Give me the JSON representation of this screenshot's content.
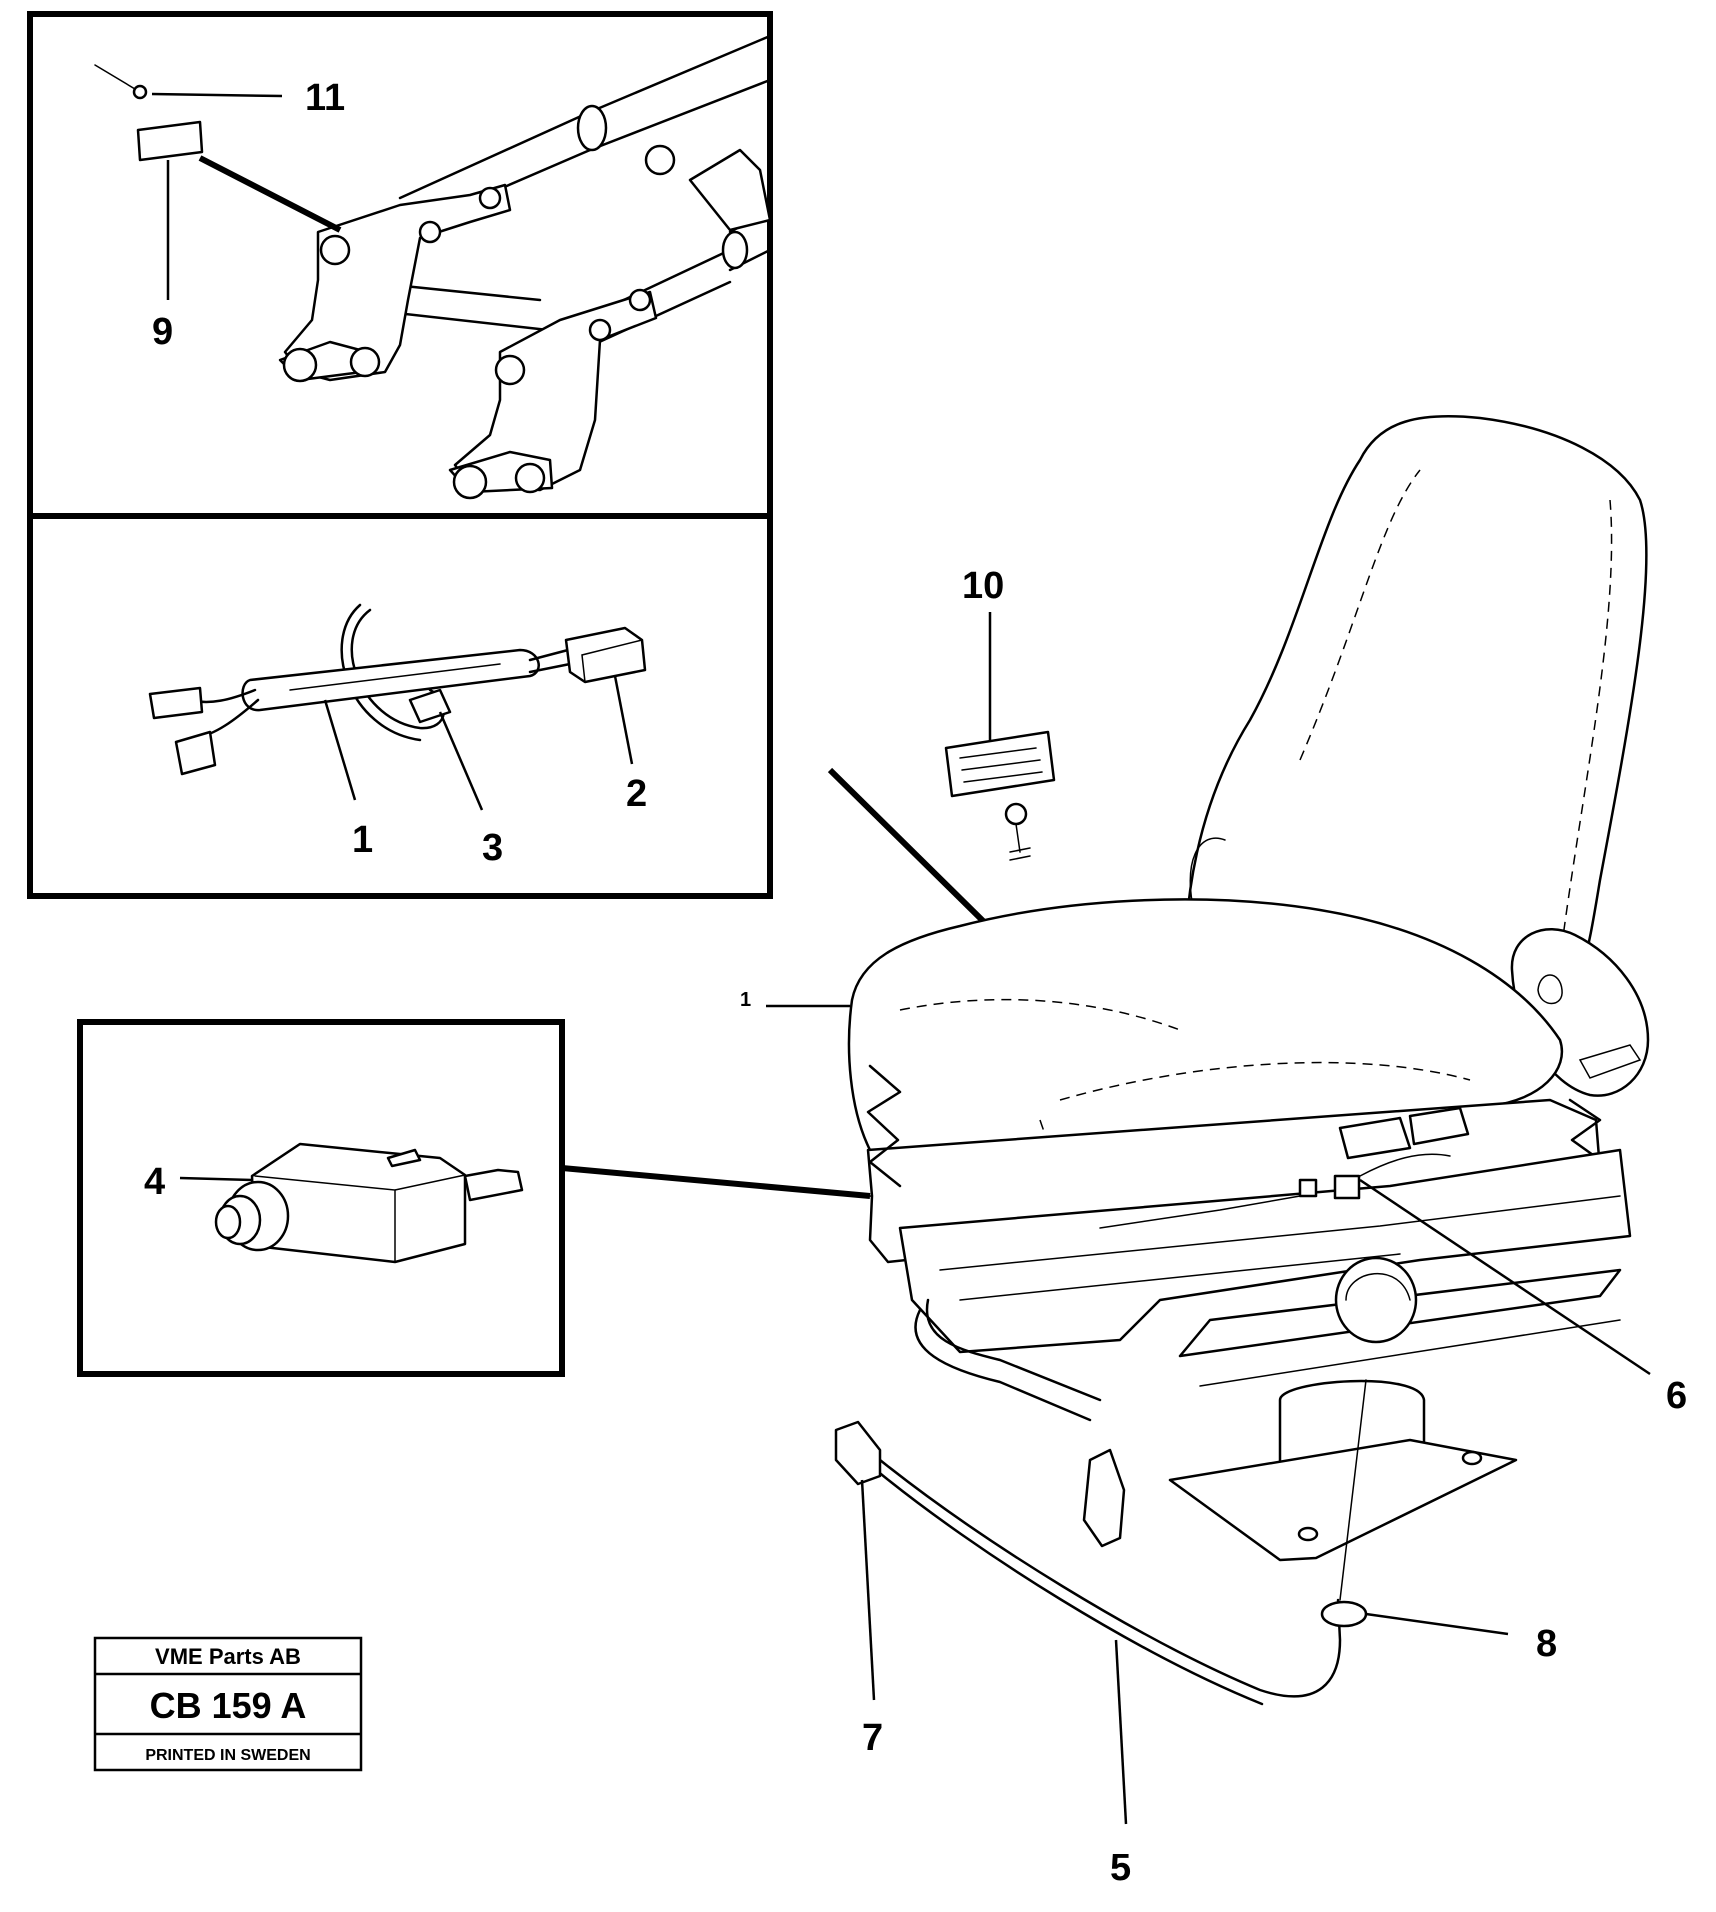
{
  "callouts": {
    "c1": "1",
    "c2": "2",
    "c3": "3",
    "c4": "4",
    "c5": "5",
    "c6": "6",
    "c7": "7",
    "c8": "8",
    "c9": "9",
    "c10": "10",
    "c11": "11",
    "c1_seat": "1"
  },
  "stamp": {
    "company": "VME Parts AB",
    "code": "CB 159 A",
    "printed": "PRINTED IN SWEDEN"
  }
}
